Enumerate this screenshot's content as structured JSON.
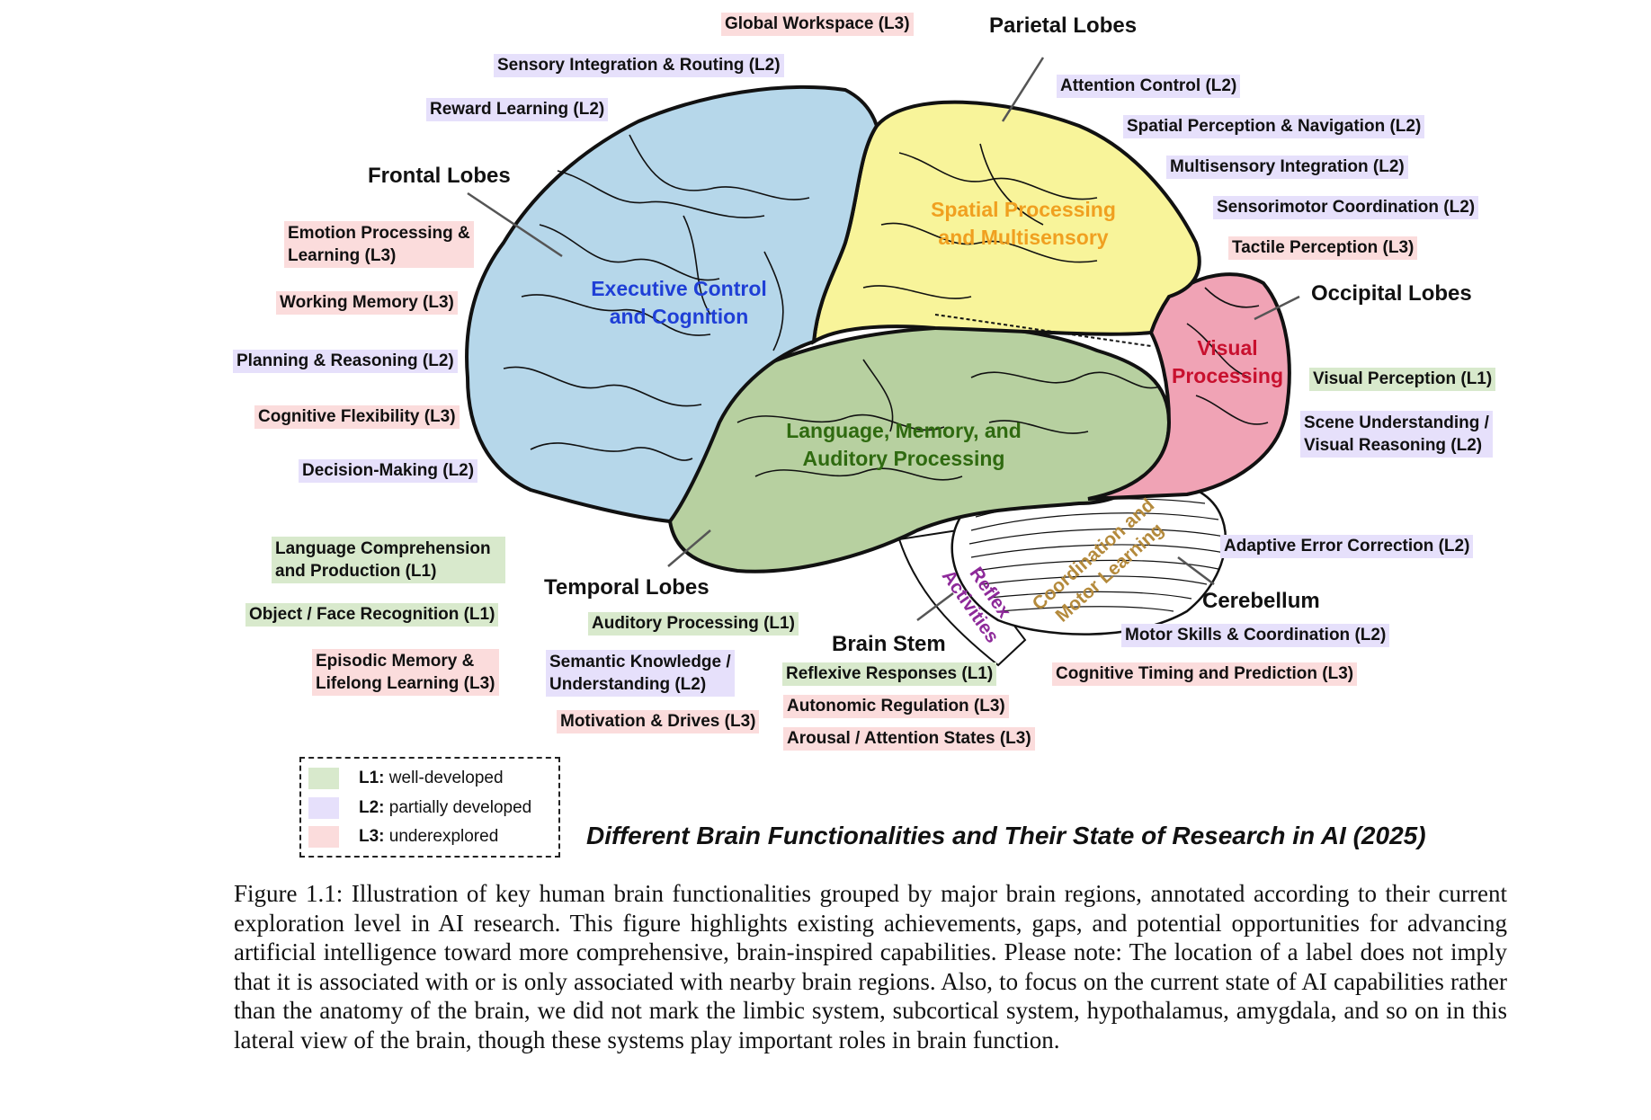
{
  "regions": {
    "frontal": "Frontal Lobes",
    "parietal": "Parietal Lobes",
    "occipital": "Occipital Lobes",
    "temporal": "Temporal Lobes",
    "brainstem": "Brain Stem",
    "cerebellum": "Cerebellum"
  },
  "inner_labels": {
    "frontal_l1": "Executive Control",
    "frontal_l2": "and Cognition",
    "parietal_l1": "Spatial Processing",
    "parietal_l2": "and Multisensory",
    "occipital_l1": "Visual",
    "occipital_l2": "Processing",
    "temporal_l1": "Language, Memory, and",
    "temporal_l2": "Auditory Processing",
    "cerebellum_l1": "Coordination and",
    "cerebellum_l2": "Motor Learning",
    "brainstem_l1": "Reflex",
    "brainstem_l2": "Activities"
  },
  "colors": {
    "frontal_fill": "#b6d7ea",
    "parietal_fill": "#f8f49a",
    "occipital_fill": "#f0a3b5",
    "temporal_fill": "#b7d0a0",
    "frontal_text": "#1f3fd6",
    "parietal_text": "#f0a020",
    "occipital_text": "#c8102e",
    "temporal_text": "#2f6a10",
    "cerebellum_text": "#b48a3c",
    "brainstem_text": "#8e2a9a",
    "L1": "#d8e9cc",
    "L2": "#e6e0fb",
    "L3": "#fbdcdc"
  },
  "functions": {
    "global_workspace": {
      "text": "Global Workspace (L3)",
      "level": "L3"
    },
    "sensory_integration": {
      "text": "Sensory Integration & Routing (L2)",
      "level": "L2"
    },
    "reward_learning": {
      "text": "Reward Learning (L2)",
      "level": "L2"
    },
    "emotion_1": {
      "text": "Emotion Processing &",
      "level": "L3"
    },
    "emotion_2": {
      "text": "Learning (L3)",
      "level": "L3"
    },
    "working_memory": {
      "text": "Working Memory (L3)",
      "level": "L3"
    },
    "planning": {
      "text": "Planning & Reasoning (L2)",
      "level": "L2"
    },
    "cognitive_flex": {
      "text": "Cognitive Flexibility (L3)",
      "level": "L3"
    },
    "decision": {
      "text": "Decision-Making (L2)",
      "level": "L2"
    },
    "attention_control": {
      "text": "Attention Control (L2)",
      "level": "L2"
    },
    "spatial_perception": {
      "text": "Spatial Perception & Navigation (L2)",
      "level": "L2"
    },
    "multisensory": {
      "text": "Multisensory Integration (L2)",
      "level": "L2"
    },
    "sensorimotor": {
      "text": "Sensorimotor Coordination (L2)",
      "level": "L2"
    },
    "tactile": {
      "text": "Tactile Perception (L3)",
      "level": "L3"
    },
    "visual_perception": {
      "text": "Visual Perception (L1)",
      "level": "L1"
    },
    "scene_1": {
      "text": "Scene Understanding /",
      "level": "L2"
    },
    "scene_2": {
      "text": "Visual Reasoning (L2)",
      "level": "L2"
    },
    "language_1": {
      "text": "Language Comprehension",
      "level": "L1"
    },
    "language_2": {
      "text": "and Production (L1)",
      "level": "L1"
    },
    "object_face": {
      "text": "Object / Face Recognition (L1)",
      "level": "L1"
    },
    "episodic_1": {
      "text": "Episodic Memory &",
      "level": "L3"
    },
    "episodic_2": {
      "text": "Lifelong Learning (L3)",
      "level": "L3"
    },
    "auditory": {
      "text": "Auditory Processing (L1)",
      "level": "L1"
    },
    "semantic_1": {
      "text": "Semantic Knowledge /",
      "level": "L2"
    },
    "semantic_2": {
      "text": "Understanding (L2)",
      "level": "L2"
    },
    "motivation": {
      "text": "Motivation & Drives (L3)",
      "level": "L3"
    },
    "reflexive": {
      "text": "Reflexive Responses (L1)",
      "level": "L1"
    },
    "autonomic": {
      "text": "Autonomic Regulation (L3)",
      "level": "L3"
    },
    "arousal": {
      "text": "Arousal / Attention States (L3)",
      "level": "L3"
    },
    "adaptive_error": {
      "text": "Adaptive Error Correction (L2)",
      "level": "L2"
    },
    "motor_skills": {
      "text": "Motor Skills & Coordination (L2)",
      "level": "L2"
    },
    "cognitive_timing": {
      "text": "Cognitive Timing and Prediction (L3)",
      "level": "L3"
    }
  },
  "legend": {
    "l1_key": "L1:",
    "l1_text": "well-developed",
    "l2_key": "L2:",
    "l2_text": "partially developed",
    "l3_key": "L3:",
    "l3_text": "underexplored"
  },
  "figure_title": "Different Brain Functionalities and Their State of Research in AI (2025)",
  "caption": "Figure 1.1: Illustration of key human brain functionalities grouped by major brain regions, annotated according to their current exploration level in AI research. This figure highlights existing achievements, gaps, and potential opportunities for advancing artificial intelligence toward more comprehensive, brain-inspired capabilities. Please note: The location of a label does not imply that it is associated with or is only associated with nearby brain regions. Also, to focus on the current state of AI capabilities rather than the anatomy of the brain, we did not mark the limbic system, subcortical system, hypothalamus, amygdala, and so on in this lateral view of the brain, though these systems play important roles in brain function."
}
